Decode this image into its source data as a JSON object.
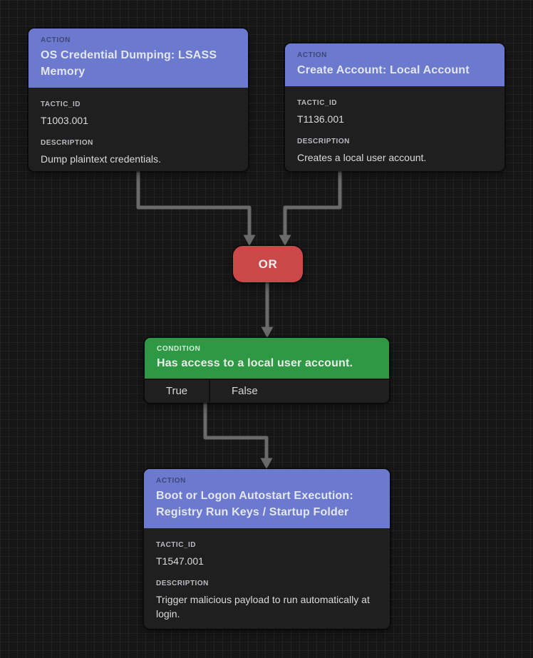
{
  "colors": {
    "background": "#161616",
    "grid_line": "#212121",
    "node_body": "#1f1f1f",
    "action_header": "#6b7ace",
    "action_type_label": "#3e4679",
    "condition_header": "#2e9845",
    "or_fill": "#cb4848",
    "edge": "#6a6a6a"
  },
  "nodes": [
    {
      "id": "action-os-credential-dumping",
      "type_label": "ACTION",
      "title": "OS Credential Dumping: LSASS Memory",
      "fields": [
        {
          "label": "TACTIC_ID",
          "value": "T1003.001"
        },
        {
          "label": "DESCRIPTION",
          "value": "Dump plaintext credentials."
        }
      ]
    },
    {
      "id": "action-create-account",
      "type_label": "ACTION",
      "title": "Create Account: Local Account",
      "fields": [
        {
          "label": "TACTIC_ID",
          "value": "T1136.001"
        },
        {
          "label": "DESCRIPTION",
          "value": "Creates a local user account."
        }
      ]
    },
    {
      "id": "or-operator",
      "label": "OR"
    },
    {
      "id": "condition-local-account",
      "type_label": "CONDITION",
      "title": "Has access to a local user account.",
      "branches": [
        "True",
        "False"
      ]
    },
    {
      "id": "action-boot-logon-autostart",
      "type_label": "ACTION",
      "title": "Boot or Logon Autostart Execution: Registry Run Keys / Startup Folder",
      "fields": [
        {
          "label": "TACTIC_ID",
          "value": "T1547.001"
        },
        {
          "label": "DESCRIPTION",
          "value": "Trigger malicious payload to run automatically at login."
        }
      ]
    }
  ]
}
